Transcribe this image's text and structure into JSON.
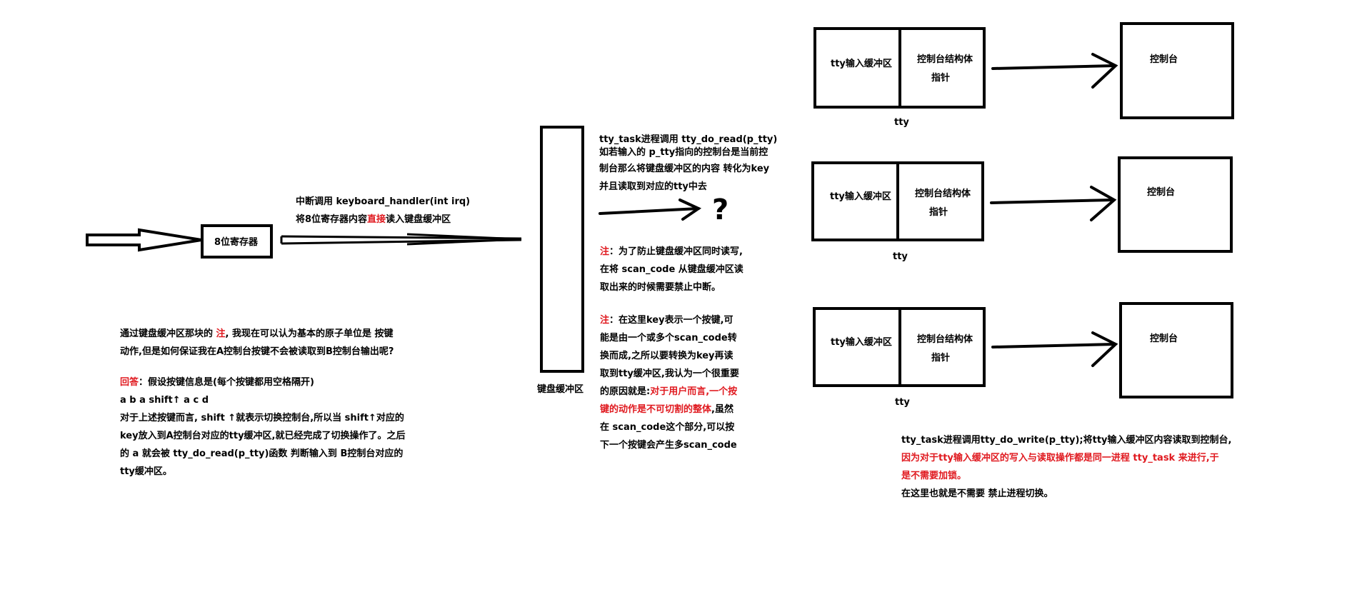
{
  "register_label": "8位寄存器",
  "interrupt": {
    "line1": "中断调用 keyboard_handler(int irq)",
    "line2_pre": "将8位寄存器内容",
    "line2_red": "直接",
    "line2_post": "读入键盘缓冲区"
  },
  "kb_buffer_label": "键盘缓冲区",
  "question_mark": "?",
  "tty_read": {
    "line1": "tty_task进程调用 tty_do_read(p_tty)",
    "line2": "如若输入的 p_tty指向的控制台是当前控",
    "line3": "制台那么将键盘缓冲区的内容 转化为key",
    "line4": "并且读取到对应的tty中去"
  },
  "note1": {
    "label": "注",
    "line1": "：为了防止键盘缓冲区同时读写,",
    "line2": "在将 scan_code 从键盘缓冲区读",
    "line3": "取出来的时候需要禁止中断。"
  },
  "note2": {
    "label": "注",
    "line1": "：在这里key表示一个按键,可",
    "line2": "能是由一个或多个scan_code转",
    "line3": "换而成,之所以要转换为key再读",
    "line4": "取到tty缓冲区,我认为一个很重要",
    "line5_pre": "的原因就是:",
    "line5_red": "对于用户而言,一个按",
    "line6_red": "键的动作是不可切割的整体",
    "line6_post": ",虽然",
    "line7": "在 scan_code这个部分,可以按",
    "line8": "下一个按键会产生多scan_code"
  },
  "left_text": {
    "line1_pre": "通过键盘缓冲区那块的 ",
    "line1_red": "注",
    "line1_post": ", 我现在可以认为基本的原子单位是 按键",
    "line2": "动作,但是如何保证我在A控制台按键不会被读取到B控制台输出呢?",
    "answer_label": "回答",
    "answer_line": "：假设按键信息是(每个按键都用空格隔开)",
    "keys_line": "a  b  a  shift↑ a c d",
    "line5": "对于上述按键而言, shift ↑就表示切换控制台,所以当 shift↑对应的",
    "line6": "key放入到A控制台对应的tty缓冲区,就已经完成了切换操作了。之后",
    "line7": "的 a 就会被 tty_do_read(p_tty)函数 判断输入到 B控制台对应的",
    "line8": "tty缓冲区。"
  },
  "tty_groups": [
    {
      "input_buffer": "tty输入缓冲区",
      "console_struct_1": "控制台结构体",
      "console_struct_2": "指针",
      "tty_label": "tty",
      "console": "控制台"
    },
    {
      "input_buffer": "tty输入缓冲区",
      "console_struct_1": "控制台结构体",
      "console_struct_2": "指针",
      "tty_label": "tty",
      "console": "控制台"
    },
    {
      "input_buffer": "tty输入缓冲区",
      "console_struct_1": "控制台结构体",
      "console_struct_2": "指针",
      "tty_label": "tty",
      "console": "控制台"
    }
  ],
  "tty_write": {
    "line1": "tty_task进程调用tty_do_write(p_tty);将tty输入缓冲区内容读取到控制台,",
    "line2_red": "因为对于tty输入缓冲区的写入与读取操作都是同一进程 tty_task 来进行,于",
    "line3_red": "是不需要加锁。",
    "line4": "在这里也就是不需要 禁止进程切换。"
  }
}
